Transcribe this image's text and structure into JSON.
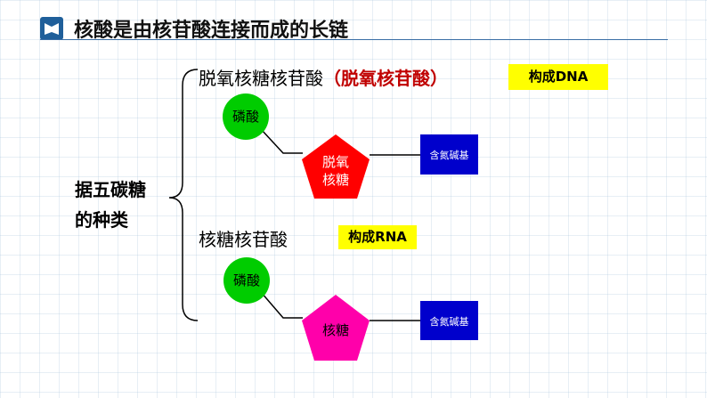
{
  "title": "核酸是由核苷酸连接而成的长链",
  "category_line1": "据五碳糖",
  "category_line2": "的种类",
  "dna_branch": {
    "name": "脱氧核糖核苷酸",
    "alias": "（脱氧核苷酸）",
    "tag": "构成DNA",
    "phosphate": "磷酸",
    "sugar_line1": "脱氧",
    "sugar_line2": "核糖",
    "base": "含氮碱基"
  },
  "rna_branch": {
    "name": "核糖核苷酸",
    "tag": "构成RNA",
    "phosphate": "磷酸",
    "sugar": "核糖",
    "base": "含氮碱基"
  },
  "colors": {
    "phosphate": "#00cc00",
    "dna_sugar": "#ff0000",
    "rna_sugar": "#ff00aa",
    "base": "#0000cc",
    "tag": "#ffff00",
    "title_line": "#3a6ea5"
  }
}
